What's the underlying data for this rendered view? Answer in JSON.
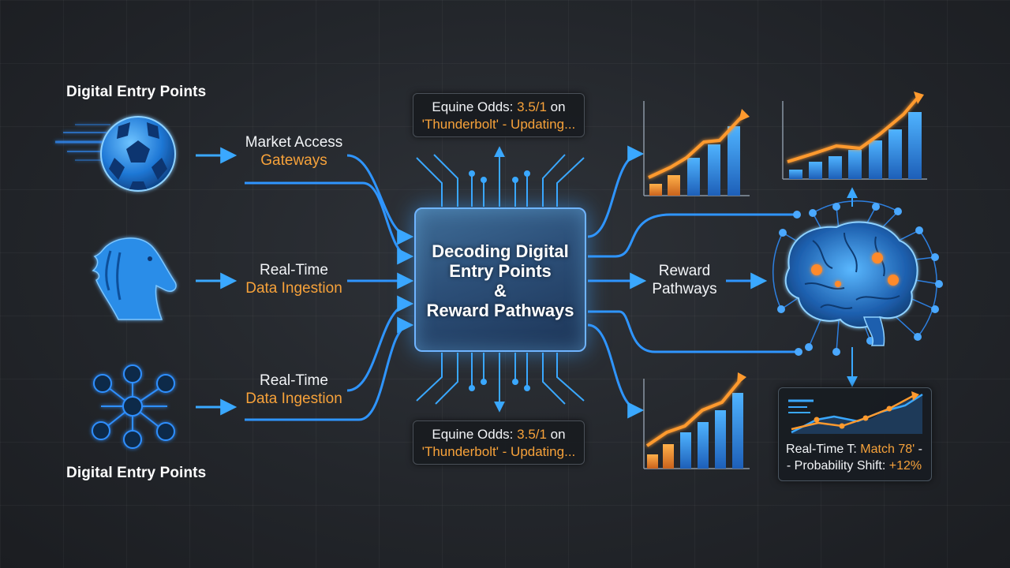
{
  "entry_points": {
    "title_top": "Digital Entry Points",
    "title_bottom": "Digital Entry Points"
  },
  "inputs": [
    {
      "line1": "Market Access",
      "line2": "Gateways"
    },
    {
      "line1": "Real-Time",
      "line2": "Data Ingestion"
    },
    {
      "line1": "Real-Time",
      "line2": "Data Ingestion"
    }
  ],
  "odds_top": {
    "part1": "Equine Odds: ",
    "value": "3.5/1",
    "part2": " on",
    "line2_a": "'Thunderbolt'",
    "line2_b": " - Updating..."
  },
  "odds_bottom": {
    "part1": "Equine Odds: ",
    "value": "3.5/1",
    "part2": " on",
    "line2_a": "'Thunderbolt'",
    "line2_b": " - Updating..."
  },
  "hub": {
    "line1": "Decoding Digital",
    "line2": "Entry Points",
    "line3": "&",
    "line4": "Reward Pathways"
  },
  "reward": {
    "line1": "Reward",
    "line2": "Pathways"
  },
  "panel": {
    "line1_a": "Real-Time T: ",
    "line1_b": "Match 78'",
    "line1_c": " -",
    "line2_a": "- Probability Shift: ",
    "line2_b": "+12%"
  },
  "icons": [
    "soccer-ball-icon",
    "horse-head-icon",
    "network-icon",
    "brain-icon",
    "bar-chart-icon",
    "trend-arrow-icon"
  ],
  "colors": {
    "accent_blue": "#3aa0ff",
    "accent_orange": "#f7a23a",
    "background": "#23262b"
  }
}
